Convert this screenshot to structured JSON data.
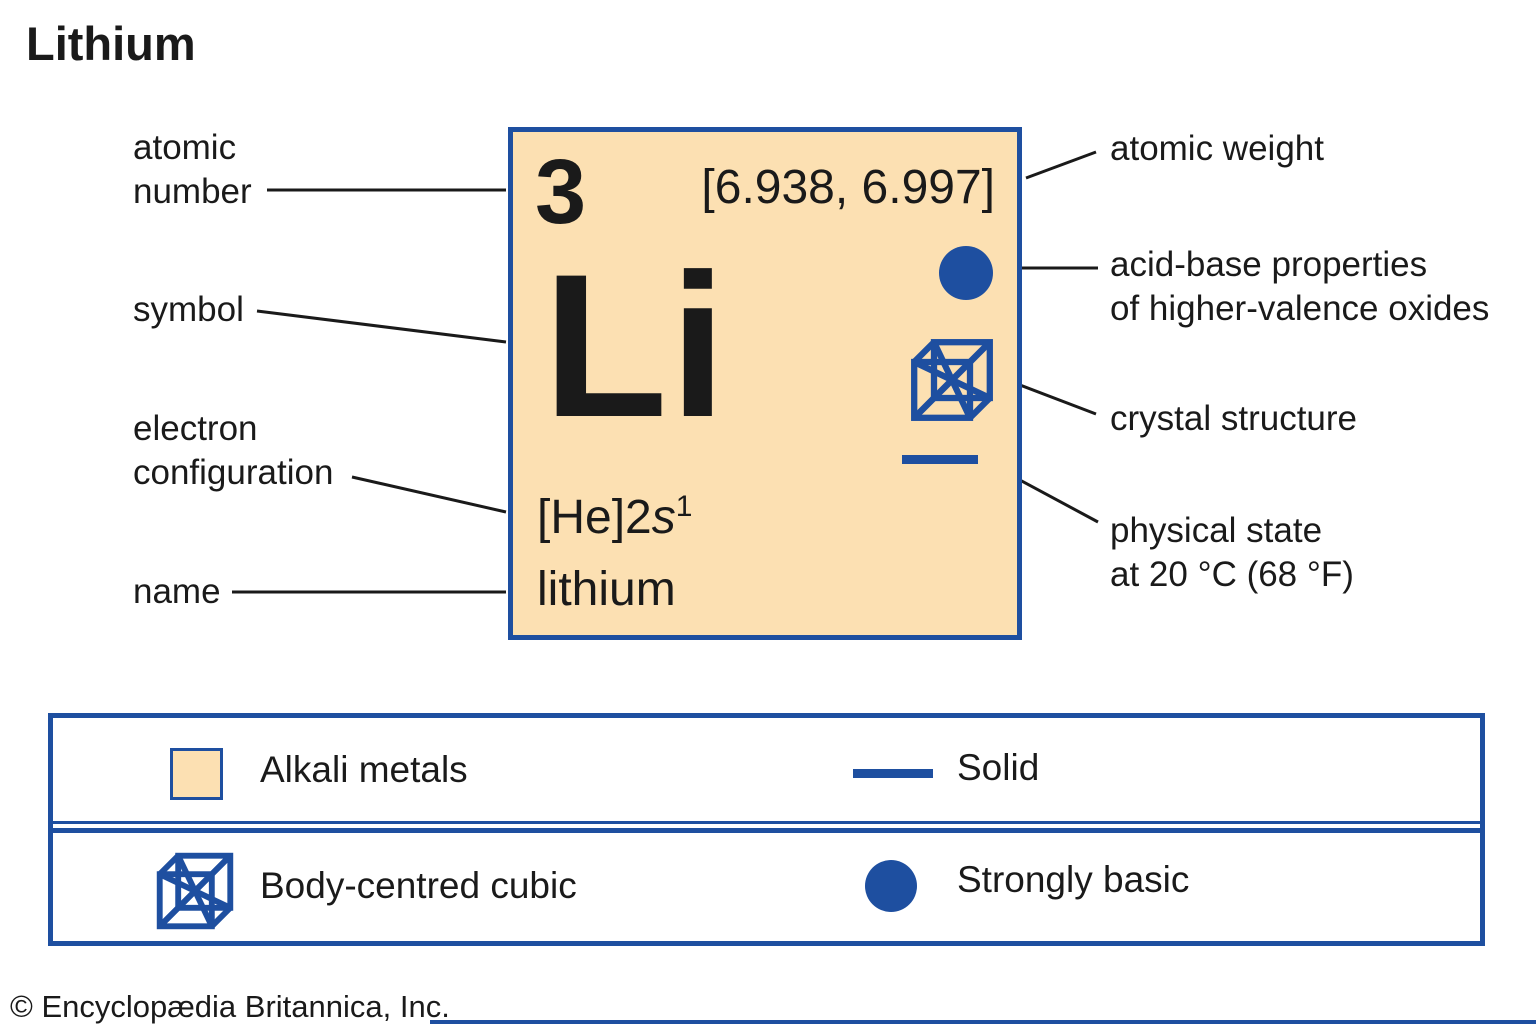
{
  "title": "Lithium",
  "element_cell": {
    "atomic_number": "3",
    "atomic_weight": "[6.938, 6.997]",
    "symbol": "Li",
    "electron_configuration": {
      "base": "[He]2",
      "orbital": "s",
      "exponent": "1"
    },
    "name": "lithium"
  },
  "callouts": {
    "atomic_number": "atomic\nnumber",
    "symbol": "symbol",
    "electron_configuration": "electron\nconfiguration",
    "name": "name",
    "atomic_weight": "atomic weight",
    "acid_base": "acid-base properties\nof higher-valence oxides",
    "crystal_structure": "crystal structure",
    "physical_state": "physical state\nat 20 °C (68 °F)"
  },
  "legend": {
    "alkali_metals": "Alkali metals",
    "body_centred_cubic": "Body-centred cubic",
    "solid": "Solid",
    "strongly_basic": "Strongly basic"
  },
  "icons": {
    "strongly_basic": "filled-circle",
    "solid": "horizontal-bar",
    "body_centred_cubic": "cube-with-body-diagonals",
    "alkali_metals": "square-swatch"
  },
  "colors": {
    "accent_blue": "#1E4FA0",
    "cell_fill": "#FCE0B2",
    "text": "#1A1A1A",
    "background": "#FFFFFF"
  },
  "copyright": "© Encyclopædia Britannica, Inc."
}
